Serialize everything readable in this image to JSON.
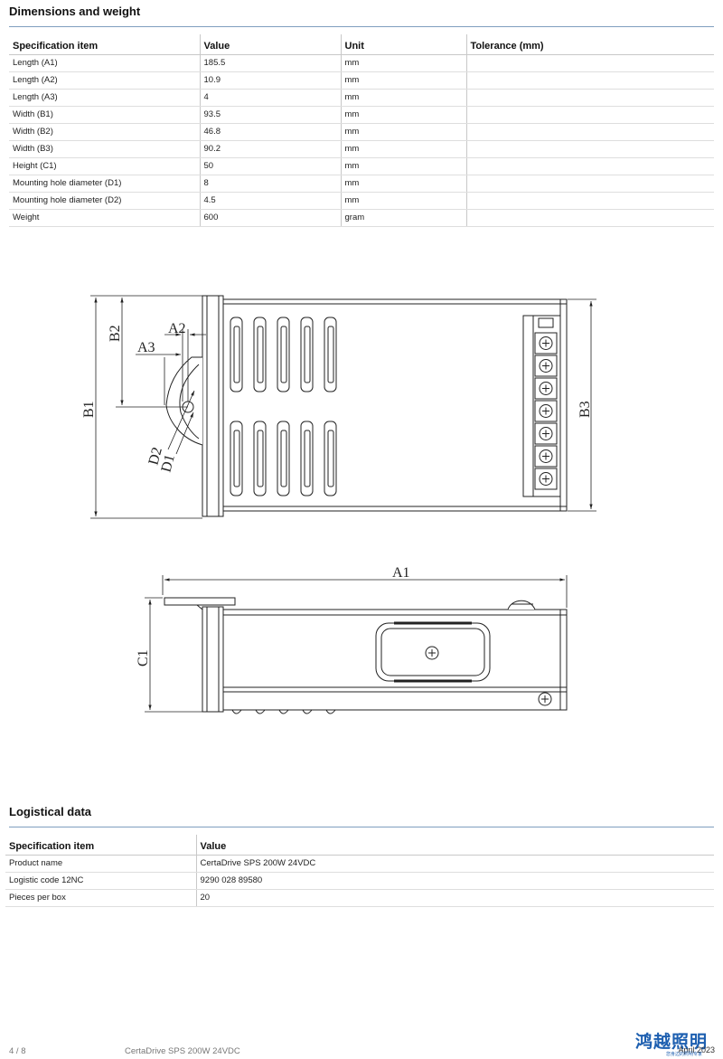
{
  "dimensions": {
    "title": "Dimensions and weight",
    "headers": [
      "Specification item",
      "Value",
      "Unit",
      "Tolerance (mm)"
    ],
    "rows": [
      [
        "Length (A1)",
        "185.5",
        "mm",
        ""
      ],
      [
        "Length (A2)",
        "10.9",
        "mm",
        ""
      ],
      [
        "Length (A3)",
        "4",
        "mm",
        ""
      ],
      [
        "Width (B1)",
        "93.5",
        "mm",
        ""
      ],
      [
        "Width (B2)",
        "46.8",
        "mm",
        ""
      ],
      [
        "Width (B3)",
        "90.2",
        "mm",
        ""
      ],
      [
        "Height (C1)",
        "50",
        "mm",
        ""
      ],
      [
        "Mounting hole diameter (D1)",
        "8",
        "mm",
        ""
      ],
      [
        "Mounting hole diameter (D2)",
        "4.5",
        "mm",
        ""
      ],
      [
        "Weight",
        "600",
        "gram",
        ""
      ]
    ]
  },
  "drawing_labels": {
    "a1": "A1",
    "a2": "A2",
    "a3": "A3",
    "b1": "B1",
    "b2": "B2",
    "b3": "B3",
    "c1": "C1",
    "d1": "D1",
    "d2": "D2"
  },
  "logistical": {
    "title": "Logistical data",
    "headers": [
      "Specification item",
      "Value"
    ],
    "rows": [
      [
        "Product name",
        "CertaDrive SPS 200W 24VDC"
      ],
      [
        "Logistic code 12NC",
        "9290 028 89580"
      ],
      [
        "Pieces per box",
        "20"
      ]
    ]
  },
  "footer": {
    "page": "4 / 8",
    "product": "CertaDrive SPS 200W 24VDC",
    "date": "April 2023",
    "logo_text": "鸿越照明",
    "logo_sub": "您身边的照明专家"
  },
  "colors": {
    "accent_rule": "#7f9fbf",
    "logo_blue": "#1d5fb0"
  }
}
